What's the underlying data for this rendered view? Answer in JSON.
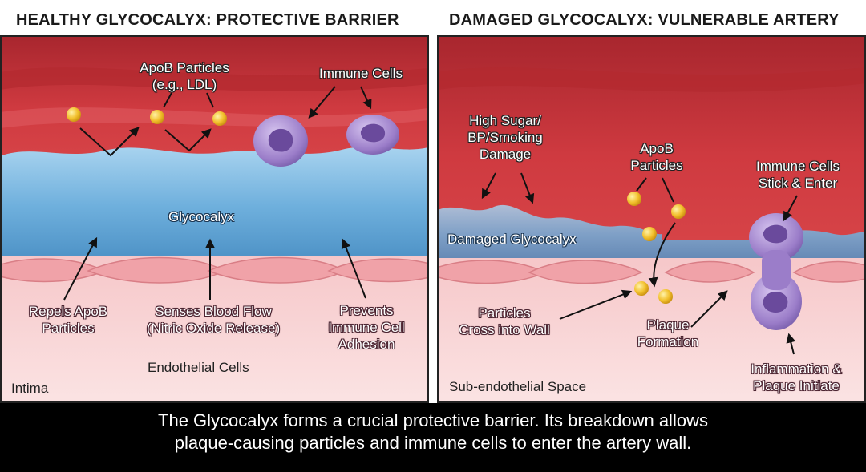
{
  "panels": {
    "left": {
      "title": "HEALTHY GLYCOCALYX: PROTECTIVE BARRIER",
      "labels": {
        "apob": "ApoB Particles\n(e.g., LDL)",
        "immune": "Immune Cells",
        "glycocalyx": "Glycocalyx",
        "repels": "Repels ApoB\nParticles",
        "senses": "Senses Blood Flow\n(Nitric Oxide Release)",
        "prevents": "Prevents\nImmune Cell\nAdhesion",
        "endothelial": "Endothelial Cells",
        "intima": "Intima"
      }
    },
    "right": {
      "title": "DAMAGED GLYCOCALYX: VULNERABLE ARTERY",
      "labels": {
        "damage": "High Sugar/\nBP/Smoking\nDamage",
        "apob": "ApoB\nParticles",
        "immune": "Immune Cells\nStick & Enter",
        "damaged_glycocalyx": "Damaged Glycocalyx",
        "cross": "Particles\nCross into Wall",
        "plaque": "Plaque\nFormation",
        "inflammation": "Inflammation &\nPlaque Initiate",
        "subendothelial": "Sub-endothelial Space"
      }
    }
  },
  "caption": "The Glycocalyx forms a crucial protective barrier. Its breakdown allows\nplaque-causing particles and immune cells to enter the artery wall.",
  "colors": {
    "blood": "#c8323a",
    "blood_dark": "#a5242c",
    "glycocalyx": "#5b9fd0",
    "glycocalyx_light": "#9fcdec",
    "endothelium": "#f2b3b8",
    "tissue": "#f9dadb",
    "particle": "#f2c02c",
    "immune_cell": "#9b7dc9",
    "nucleus": "#6a4a9c",
    "caption_bg": "#000000"
  }
}
